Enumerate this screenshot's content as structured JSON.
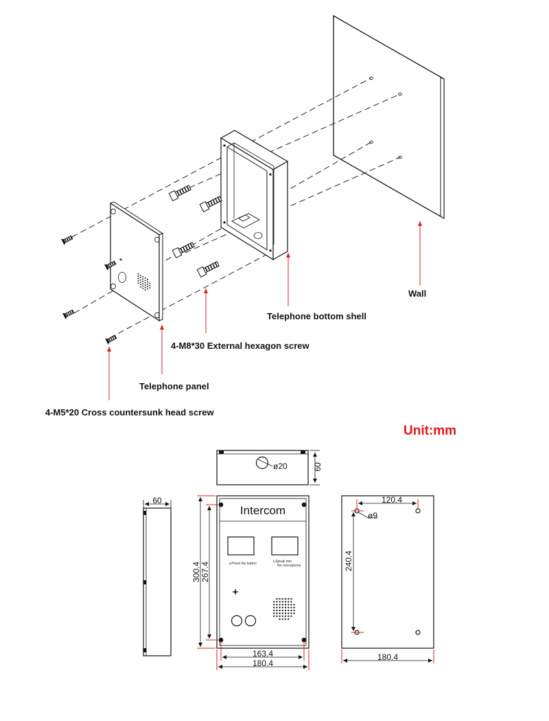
{
  "labels": {
    "wall": "Wall",
    "bottom_shell": "Telephone bottom shell",
    "hex_screw": "4-M8*30 External hexagon screw",
    "panel": "Telephone panel",
    "countersunk_screw": "4-M5*20 Cross countersunk head screw"
  },
  "unit": "Unit:mm",
  "drawings": {
    "top": {
      "hole_dia": "ø20",
      "depth": "60"
    },
    "side": {
      "depth": "60"
    },
    "front": {
      "brand": "Intercom",
      "caption_left": "↳Press the button",
      "caption_right_1": "↳Speak into",
      "caption_right_2": "the microphone",
      "height_outer": "300.4",
      "height_inner": "267.4",
      "width_inner": "163.4",
      "width_outer": "180.4"
    },
    "back": {
      "hole_spacing_h": "120.4",
      "hole_dia": "ø9",
      "hole_spacing_v": "240.4",
      "width": "180.4"
    }
  },
  "colors": {
    "arrow": "#d42020",
    "unit": "#e01818",
    "line": "#111111"
  }
}
